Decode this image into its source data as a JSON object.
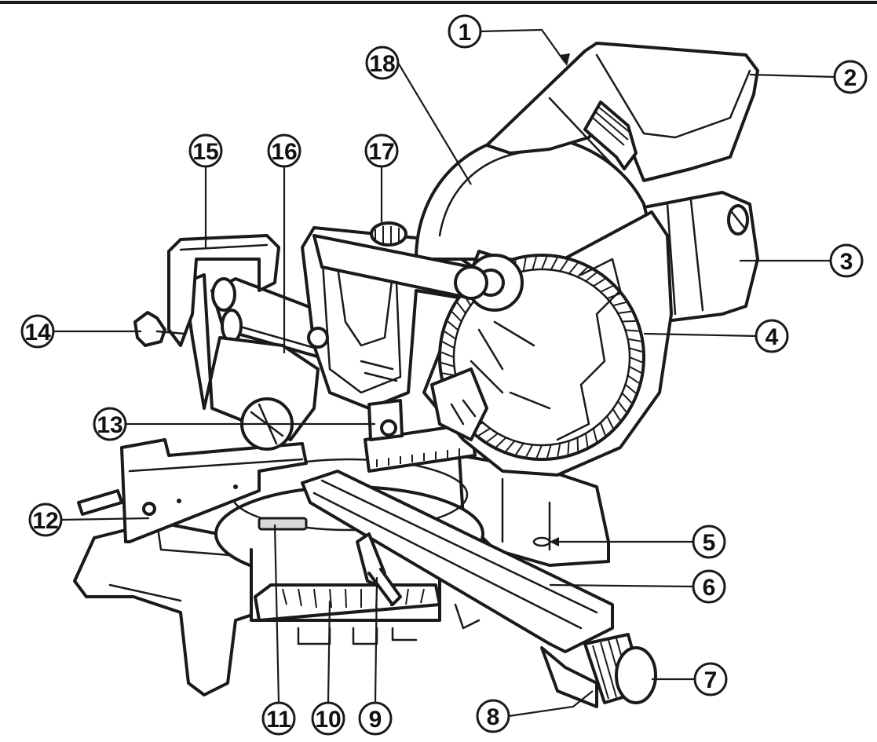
{
  "diagram": {
    "subject": "sliding compound miter saw",
    "colors": {
      "line": "#1a1a1a",
      "background": "#ffffff",
      "shade": "#d9d9d9"
    },
    "callouts": [
      {
        "label": "1"
      },
      {
        "label": "2"
      },
      {
        "label": "3"
      },
      {
        "label": "4"
      },
      {
        "label": "5"
      },
      {
        "label": "6"
      },
      {
        "label": "7"
      },
      {
        "label": "8"
      },
      {
        "label": "9"
      },
      {
        "label": "10"
      },
      {
        "label": "11"
      },
      {
        "label": "12"
      },
      {
        "label": "13"
      },
      {
        "label": "14"
      },
      {
        "label": "15"
      },
      {
        "label": "16"
      },
      {
        "label": "17"
      },
      {
        "label": "18"
      }
    ]
  }
}
